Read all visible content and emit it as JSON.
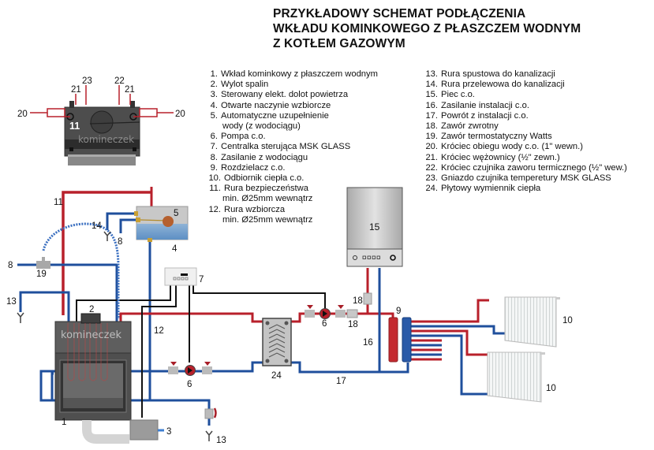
{
  "title": {
    "lines": [
      "PRZYKŁADOWY SCHEMAT PODŁĄCZENIA",
      "WKŁADU KOMINKOWEGO Z PŁASZCZEM WODNYM",
      "Z KOTŁEM GAZOWYM"
    ]
  },
  "legend_left": [
    {
      "num": "1.",
      "text": "Wkład kominkowy z płaszczem wodnym"
    },
    {
      "num": "2.",
      "text": "Wylot spalin"
    },
    {
      "num": "3.",
      "text": "Sterowany elekt. dolot powietrza"
    },
    {
      "num": "4.",
      "text": "Otwarte naczynie wzbiorcze"
    },
    {
      "num": "5.",
      "text": "Automatyczne uzupełnienie",
      "cont": "wody (z wodociągu)"
    },
    {
      "num": "6.",
      "text": "Pompa c.o."
    },
    {
      "num": "7.",
      "text": "Centralka sterująca MSK GLASS"
    },
    {
      "num": "8.",
      "text": "Zasilanie z wodociągu"
    },
    {
      "num": "9.",
      "text": "Rozdzielacz c.o."
    },
    {
      "num": "10.",
      "text": "Odbiornik ciepła c.o."
    },
    {
      "num": "11.",
      "text": "Rura bezpieczeństwa",
      "cont": "min. Ø25mm wewnątrz"
    },
    {
      "num": "12.",
      "text": "Rura wzbiorcza",
      "cont": "min. Ø25mm wewnątrz"
    }
  ],
  "legend_right": [
    {
      "num": "13.",
      "text": "Rura spustowa do kanalizacji"
    },
    {
      "num": "14.",
      "text": "Rura przelewowa do kanalizacji"
    },
    {
      "num": "15.",
      "text": "Piec c.o."
    },
    {
      "num": "16.",
      "text": "Zasilanie instalacji c.o."
    },
    {
      "num": "17.",
      "text": "Powrót z instalacji c.o."
    },
    {
      "num": "18.",
      "text": "Zawór zwrotny"
    },
    {
      "num": "19.",
      "text": "Zawór termostatyczny Watts"
    },
    {
      "num": "20.",
      "text": "Króciec obiegu wody c.o. (1\" wewn.)"
    },
    {
      "num": "21.",
      "text": "Króciec wężownicy (½\" zewn.)"
    },
    {
      "num": "22.",
      "text": "Króciec czujnika zaworu termicznego (½\" wew.)"
    },
    {
      "num": "23.",
      "text": "Gniazdo czujnika temperetury MSK GLASS"
    },
    {
      "num": "24.",
      "text": "Płytowy wymiennik ciepła"
    }
  ],
  "top_view": {
    "watermark": "komineczek",
    "labels": {
      "l20a": "20",
      "l20b": "20",
      "l21a": "21",
      "l21b": "21",
      "l22": "22",
      "l23": "23",
      "l11": "11"
    }
  },
  "diagram": {
    "watermark": "komineczek",
    "labels": {
      "n1": "1",
      "n2": "2",
      "n3": "3",
      "n4": "4",
      "n5": "5",
      "n6a": "6",
      "n6b": "6",
      "n7": "7",
      "n8a": "8",
      "n8b": "8",
      "n9": "9",
      "n10a": "10",
      "n10b": "10",
      "n11": "11",
      "n12": "12",
      "n13a": "13",
      "n13b": "13",
      "n14": "14",
      "n15": "15",
      "n16": "16",
      "n17": "17",
      "n18a": "18",
      "n18b": "18",
      "n19": "19",
      "n24": "24"
    }
  },
  "colors": {
    "hot_pipe": "#b8202b",
    "cold_pipe": "#1f4f9c",
    "control_wire": "#111111",
    "device_gray": "#c8c8c8",
    "insert_body": "#5a5a5a"
  }
}
